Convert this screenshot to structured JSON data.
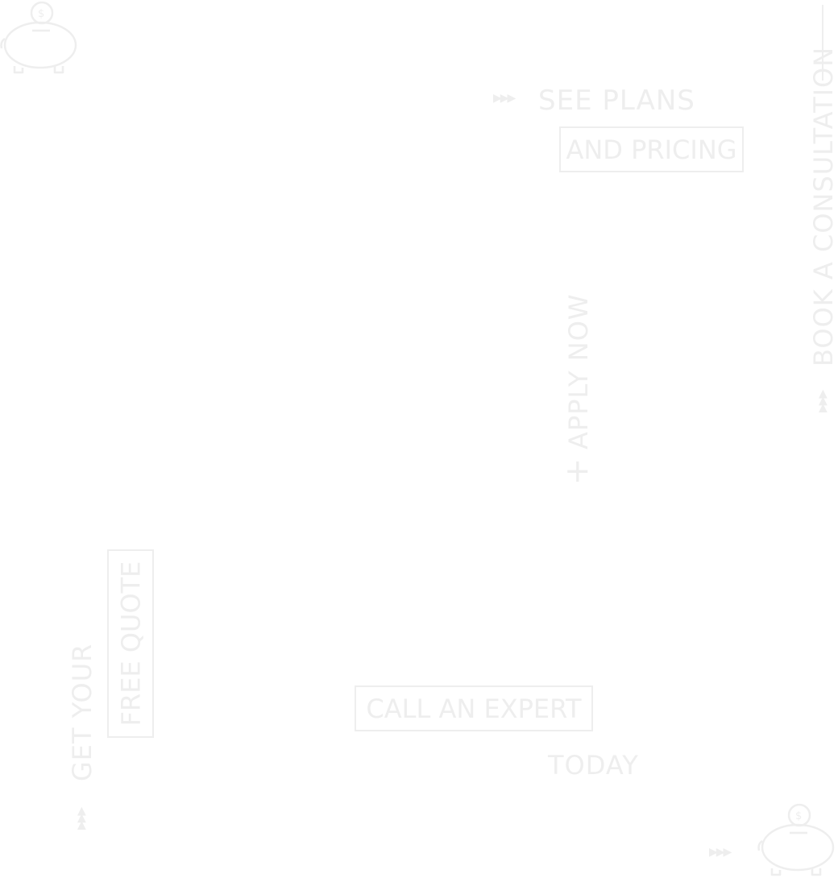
{
  "actions": {
    "see_plans": "SEE PLANS",
    "and_pricing": "AND PRICING",
    "apply_now": "APPLY NOW",
    "book_consultation": "BOOK A CONSULTATION",
    "free_quote": "FREE QUOTE",
    "get_your": "GET YOUR",
    "call_expert": "CALL AN EXPERT",
    "today": "TODAY",
    "arrow_glyphs": "▶▶▶",
    "plus_glyph": "+"
  },
  "icons": {
    "top_left": "piggy-bank-icon",
    "bottom_right": "piggy-bank-icon"
  },
  "colors": {
    "ghost_text": "#eeeeee",
    "background": "#ffffff"
  }
}
